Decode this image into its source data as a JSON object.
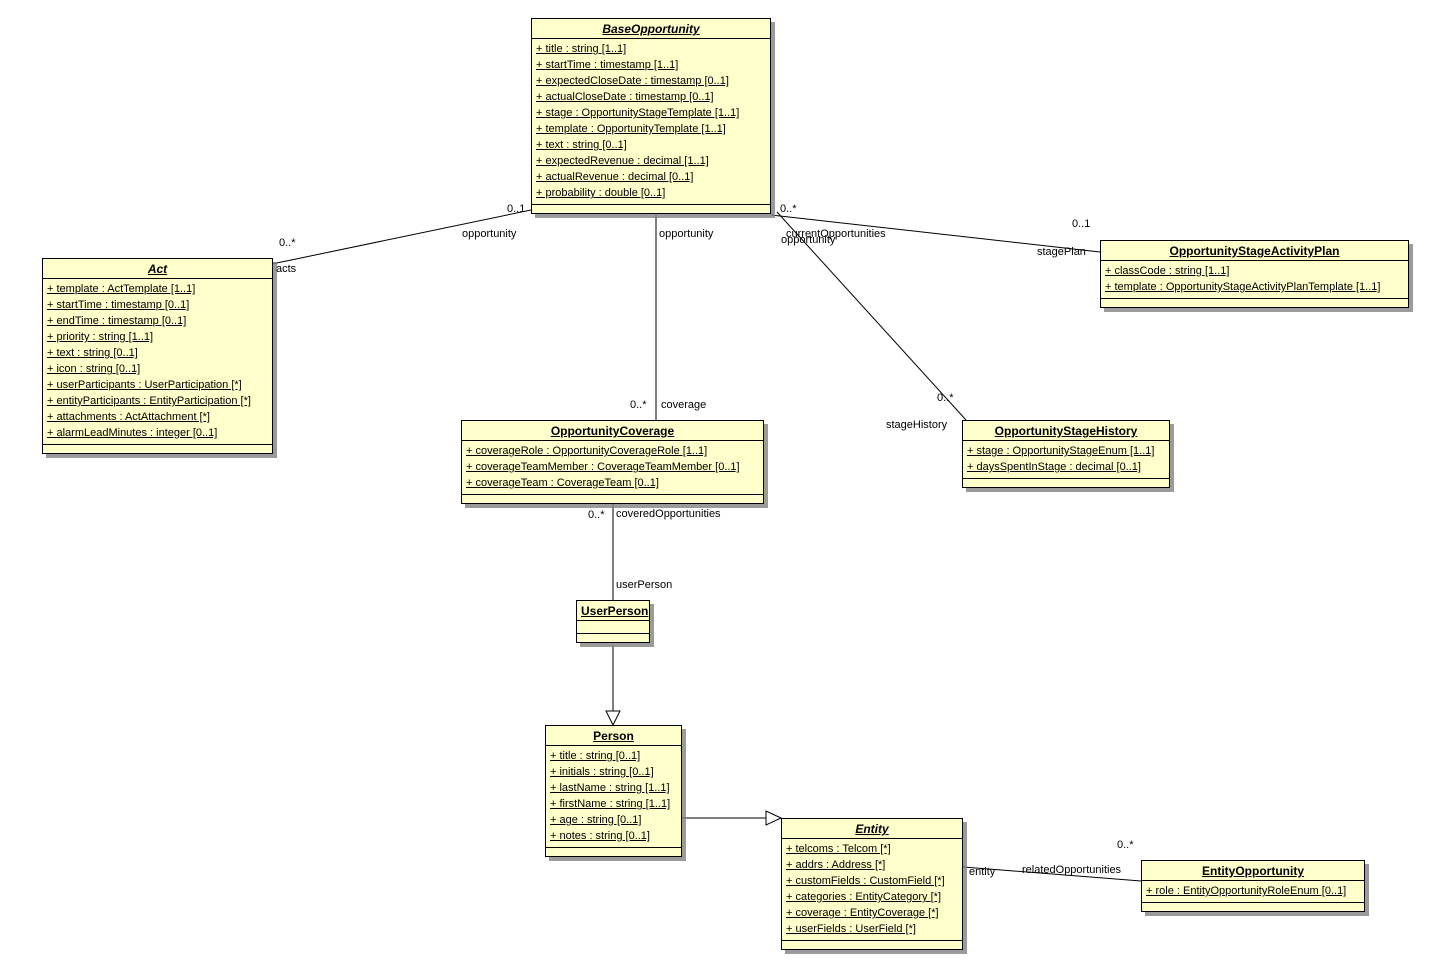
{
  "diagram": {
    "type": "uml-class-diagram",
    "colors": {
      "class_fill": "#FFFFCC",
      "class_border": "#000000",
      "shadow": "#828282",
      "background": "#FFFFFF"
    }
  },
  "classes": {
    "baseOpportunity": {
      "title": "BaseOpportunity",
      "abstract": true,
      "attributes": [
        "+ title : string [1..1]",
        "+ startTime : timestamp [1..1]",
        "+ expectedCloseDate : timestamp [0..1]",
        "+ actualCloseDate : timestamp [0..1]",
        "+ stage : OpportunityStageTemplate [1..1]",
        "+ template : OpportunityTemplate [1..1]",
        "+ text : string [0..1]",
        "+ expectedRevenue : decimal [1..1]",
        "+ actualRevenue : decimal [0..1]",
        "+ probability : double [0..1]"
      ]
    },
    "act": {
      "title": "Act",
      "abstract": true,
      "attributes": [
        "+ template : ActTemplate [1..1]",
        "+ startTime : timestamp [0..1]",
        "+ endTime : timestamp [0..1]",
        "+ priority : string [1..1]",
        "+ text : string [0..1]",
        "+ icon : string [0..1]",
        "+ userParticipants : UserParticipation [*]",
        "+ entityParticipants : EntityParticipation [*]",
        "+ attachments : ActAttachment [*]",
        "+ alarmLeadMinutes : integer [0..1]"
      ]
    },
    "stageActivityPlan": {
      "title": "OpportunityStageActivityPlan",
      "abstract": false,
      "attributes": [
        "+ classCode : string [1..1]",
        "+ template : OpportunityStageActivityPlanTemplate [1..1]"
      ]
    },
    "opportunityCoverage": {
      "title": "OpportunityCoverage",
      "abstract": false,
      "attributes": [
        "+ coverageRole : OpportunityCoverageRole [1..1]",
        "+ coverageTeamMember : CoverageTeamMember [0..1]",
        "+ coverageTeam : CoverageTeam [0..1]"
      ]
    },
    "stageHistory": {
      "title": "OpportunityStageHistory",
      "abstract": false,
      "attributes": [
        "+ stage : OpportunityStageEnum [1..1]",
        "+ daysSpentInStage : decimal [0..1]"
      ]
    },
    "userPerson": {
      "title": "UserPerson",
      "abstract": false,
      "attributes": []
    },
    "person": {
      "title": "Person",
      "abstract": false,
      "attributes": [
        "+ title : string [0..1]",
        "+ initials : string [0..1]",
        "+ lastName : string [1..1]",
        "+ firstName : string [1..1]",
        "+ age : string [0..1]",
        "+ notes : string [0..1]"
      ]
    },
    "entity": {
      "title": "Entity",
      "abstract": true,
      "attributes": [
        "+ telcoms : Telcom [*]",
        "+ addrs : Address [*]",
        "+ customFields : CustomField [*]",
        "+ categories : EntityCategory [*]",
        "+ coverage : EntityCoverage [*]",
        "+ userFields : UserField [*]"
      ]
    },
    "entityOpportunity": {
      "title": "EntityOpportunity",
      "abstract": false,
      "attributes": [
        "+ role : EntityOpportunityRoleEnum [0..1]"
      ]
    }
  },
  "labels": {
    "act_mult": "0..*",
    "act_role": "acts",
    "base_act_mult": "0..1",
    "base_act_role": "opportunity",
    "coverage_opportunity_role": "opportunity",
    "coverage_mult": "0..*",
    "coverage_role": "coverage",
    "current_opps_mult": "0..*",
    "current_opps_role": "currentOpportunities",
    "history_opportunity_role": "opportunity",
    "plan_mult": "0..1",
    "plan_role": "stagePlan",
    "history_mult": "0..*",
    "history_role": "stageHistory",
    "covered_mult": "0..*",
    "covered_role": "coveredOpportunities",
    "user_person_role": "userPerson",
    "entity_end_role": "entity",
    "related_opps_role": "relatedOpportunities",
    "related_mult": "0..*"
  }
}
